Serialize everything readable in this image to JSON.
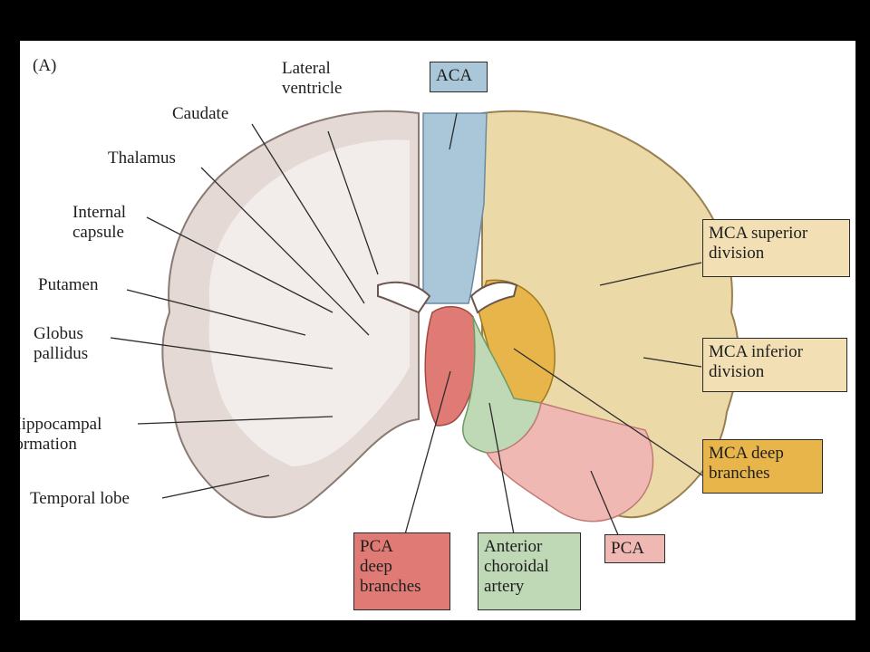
{
  "panel_label": "(A)",
  "labels": {
    "lateral_ventricle": "Lateral\nventricle",
    "caudate": "Caudate",
    "thalamus": "Thalamus",
    "internal_capsule": "Internal\ncapsule",
    "putamen": "Putamen",
    "globus_pallidus": "Globus\npallidus",
    "hippocampal_formation": "Hippocampal\nformation",
    "temporal_lobe": "Temporal lobe"
  },
  "territories": {
    "aca": "ACA",
    "mca_superior": "MCA superior\ndivision",
    "mca_inferior": "MCA inferior\ndivision",
    "mca_deep": "MCA deep\nbranches",
    "pca": "PCA",
    "pca_deep": "PCA\ndeep\nbranches",
    "anterior_choroidal": "Anterior\nchoroidal\nartery"
  },
  "colors": {
    "aca": "#a9c7d9",
    "mca_superior": "#f2dfb4",
    "mca_inferior": "#f2dfb4",
    "mca_deep": "#e8b54a",
    "pca": "#f0b8b2",
    "pca_deep": "#e07a74",
    "anterior_choroidal": "#bfd8b6",
    "brain_tissue": "#e6dcd8",
    "white_matter": "#f2ecea"
  }
}
